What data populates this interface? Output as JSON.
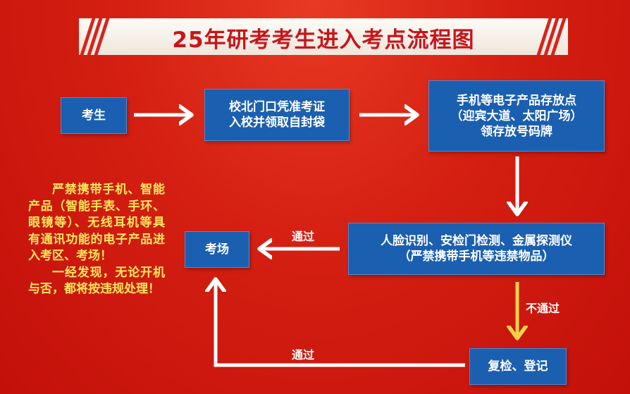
{
  "title": "25年研考考生进入考点流程图",
  "nodes": {
    "student": [
      "考生"
    ],
    "id_check": [
      "校北门口凭准考证",
      "入校并领取自封袋"
    ],
    "storage": [
      "手机等电子产品存放点",
      "（迎宾大道、太阳广场）",
      "领存放号码牌"
    ],
    "security": [
      "人脸识别、安检门检测、金属探测仪",
      "（严禁携带手机等违禁物品）"
    ],
    "exam_room": [
      "考场"
    ],
    "recheck": [
      "复检、登记"
    ]
  },
  "edge_labels": {
    "pass_to_room": "通过",
    "fail": "不通过",
    "pass_after_recheck": "通过"
  },
  "warning": {
    "paragraph1": "严禁携带手机、智能产品（智能手表、手环、眼镜等）、无线耳机等具有通讯功能的电子产品进入考区、考场！",
    "paragraph2": "一经发现，无论开机与否，都将按违规处理！"
  },
  "colors": {
    "background": "#d41f12",
    "box": "#1b5fb0",
    "title_text": "#c8151a",
    "warning_text": "#ffe95a",
    "fail_arrow": "#f2d24a"
  }
}
